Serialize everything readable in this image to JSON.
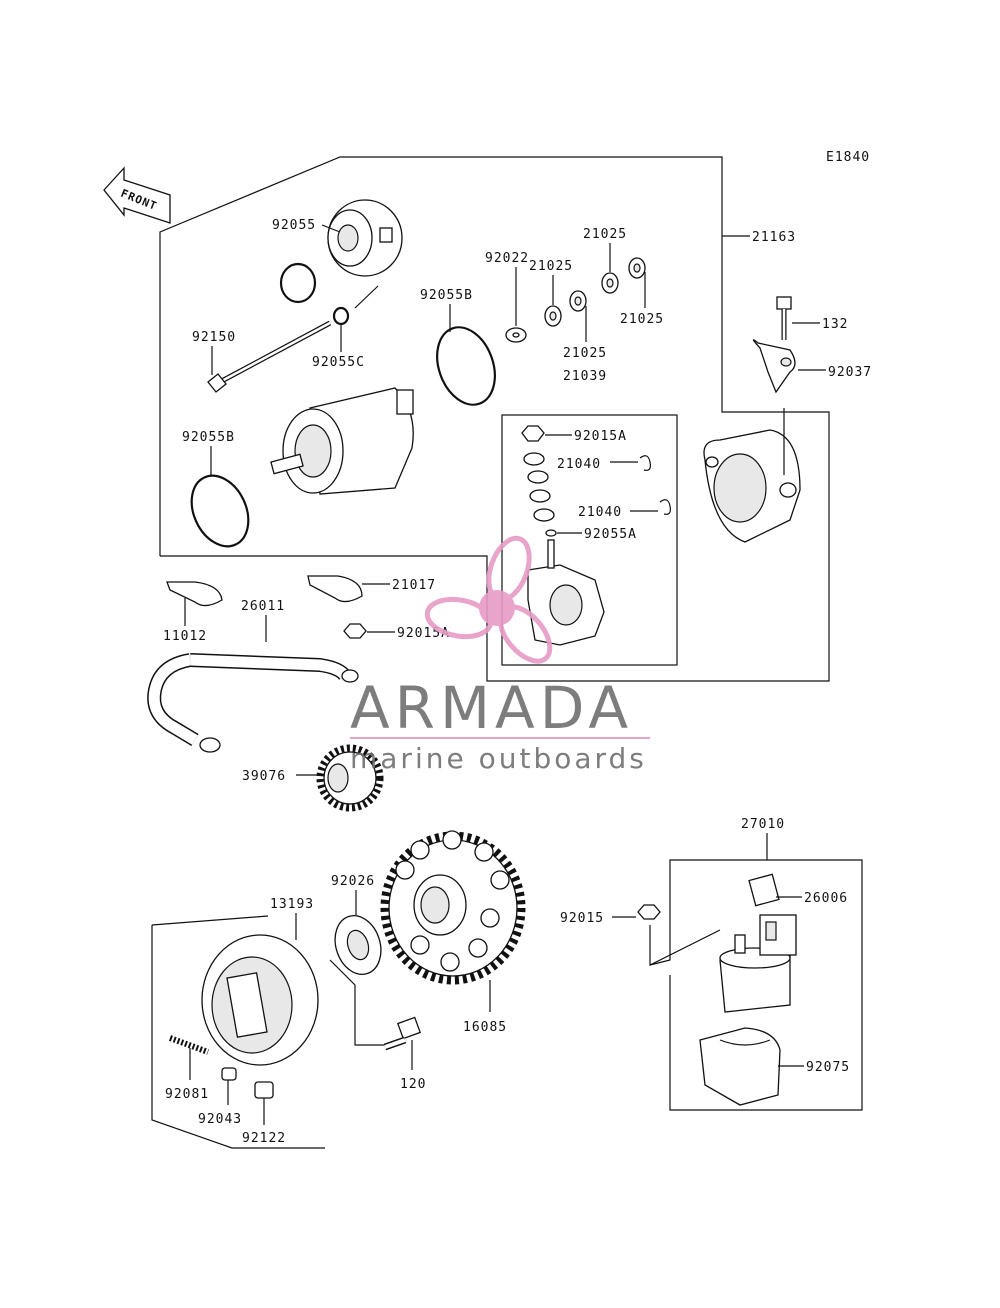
{
  "diagram_code": "E1840",
  "front_label": "FRONT",
  "watermark": {
    "title": "ARMADA",
    "subtitle": "marine outboards",
    "accent": "#e79bc6",
    "text_color": "#6f6f6f"
  },
  "labels": {
    "l92055": "92055",
    "l21163": "21163",
    "l21025a": "21025",
    "l21025b": "21025",
    "l21025c": "21025",
    "l21025d": "21025",
    "l92022": "92022",
    "l92055b1": "92055B",
    "l92055b2": "92055B",
    "l92150": "92150",
    "l92055c": "92055C",
    "l21039": "21039",
    "l132": "132",
    "l92037": "92037",
    "l92015a1": "92015A",
    "l21040a": "21040",
    "l21040b": "21040",
    "l92055a": "92055A",
    "l21017": "21017",
    "l26011": "26011",
    "l11012": "11012",
    "l92015a2": "92015A",
    "l39076": "39076",
    "l27010": "27010",
    "l92026": "92026",
    "l13193": "13193",
    "l26006": "26006",
    "l92015": "92015",
    "l16085": "16085",
    "l92075": "92075",
    "l120": "120",
    "l92081": "92081",
    "l92043": "92043",
    "l92122": "92122"
  }
}
